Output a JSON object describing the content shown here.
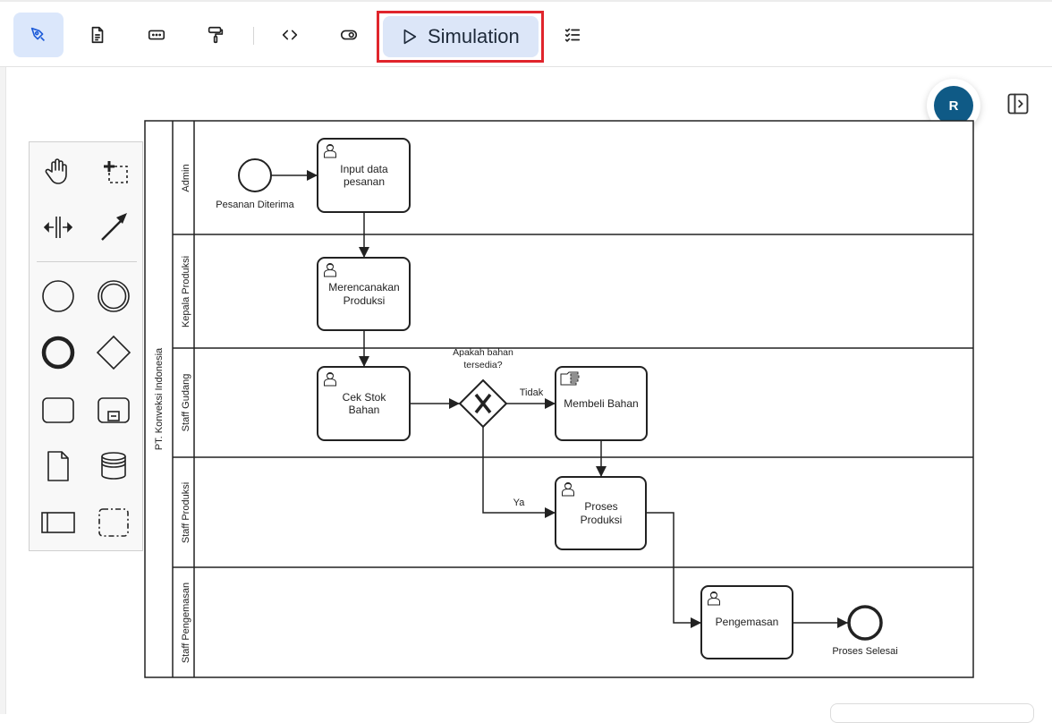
{
  "toolbar": {
    "tools": [
      {
        "name": "design-tool-icon",
        "active": true
      },
      {
        "name": "document-icon"
      },
      {
        "name": "input-dots-icon"
      },
      {
        "name": "paint-roller-icon"
      },
      {
        "name": "code-icon"
      },
      {
        "name": "preview-toggle-icon"
      }
    ],
    "simulation_label": "Simulation",
    "checklist_icon": "checklist-icon",
    "highlight_color": "#e0252c"
  },
  "user": {
    "avatar_initial": "R",
    "avatar_color": "#0f5a86"
  },
  "palette": {
    "tools": [
      "hand-tool-icon",
      "lasso-tool-icon",
      "space-tool-icon",
      "connect-tool-icon"
    ],
    "shapes": [
      "start-event-icon",
      "intermediate-event-icon",
      "end-event-icon",
      "gateway-icon",
      "task-icon",
      "subprocess-icon",
      "data-object-icon",
      "data-store-icon",
      "pool-icon",
      "group-icon"
    ]
  },
  "diagram": {
    "pool_label": "PT. Konveksi Indonesia",
    "lanes": [
      "Admin",
      "Kepala Produksi",
      "Staff Gudang",
      "Staff Produksi",
      "Staff Pengemasan"
    ],
    "events": {
      "start": "Pesanan Diterima",
      "end": "Proses Selesai"
    },
    "tasks": {
      "input": [
        "Input data",
        "pesanan"
      ],
      "plan": [
        "Merencanakan",
        "Produksi"
      ],
      "stock": [
        "Cek Stok",
        "Bahan"
      ],
      "buy": [
        "Membeli Bahan"
      ],
      "produce": [
        "Proses",
        "Produksi"
      ],
      "pack": [
        "Pengemasan"
      ]
    },
    "gateway": {
      "question": [
        "Apakah bahan",
        "tersedia?"
      ],
      "no_label": "Tidak",
      "yes_label": "Ya"
    }
  }
}
